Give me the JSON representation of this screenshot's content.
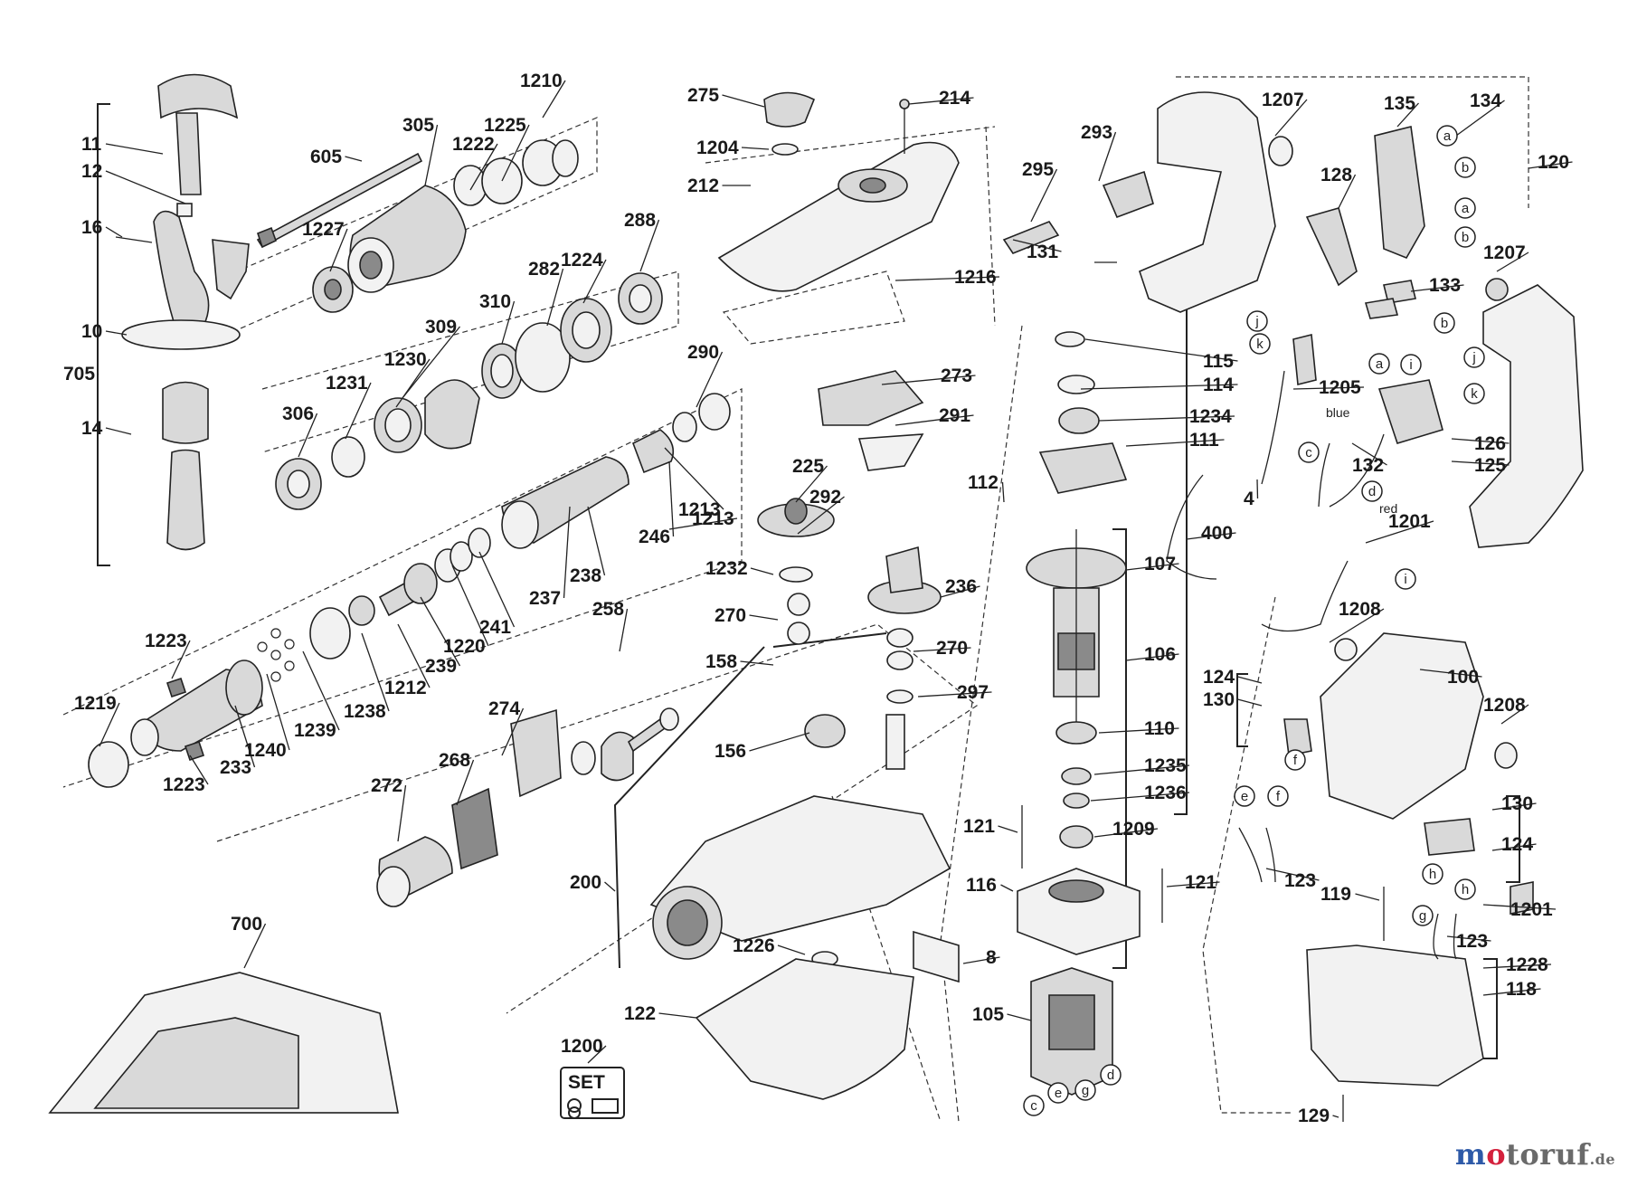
{
  "callouts": [
    "11",
    "12",
    "16",
    "10",
    "705",
    "14",
    "605",
    "305",
    "1222",
    "1225",
    "1210",
    "1227",
    "288",
    "282",
    "1224",
    "310",
    "309",
    "1230",
    "1231",
    "306",
    "290",
    "246",
    "1213",
    "238",
    "237",
    "241",
    "1220",
    "1212",
    "239",
    "1223",
    "1219",
    "1238",
    "1239",
    "1240",
    "233",
    "275",
    "214",
    "1204",
    "212",
    "1216",
    "273",
    "291",
    "225",
    "292",
    "236",
    "1232",
    "270",
    "297",
    "158",
    "156",
    "258",
    "274",
    "268",
    "272",
    "200",
    "1226",
    "8",
    "122",
    "1200",
    "700",
    "1207",
    "293",
    "295",
    "131",
    "135",
    "134",
    "120",
    "128",
    "133",
    "115",
    "114",
    "1234",
    "111",
    "112",
    "107",
    "106",
    "400",
    "110",
    "1235",
    "1236",
    "121",
    "1209",
    "116",
    "105",
    "1205",
    "4",
    "132",
    "126",
    "125",
    "1201",
    "1208",
    "100",
    "124",
    "130",
    "119",
    "123",
    "1228",
    "118",
    "129"
  ],
  "letters": [
    "a",
    "b",
    "c",
    "d",
    "e",
    "f",
    "g",
    "h",
    "i",
    "j",
    "k"
  ],
  "wire_labels": {
    "blue": "blue",
    "red": "red"
  },
  "set_label": "SET",
  "watermark": {
    "main": "motoruf",
    "suffix": ".de",
    "colors": {
      "m": "#2e5aa8",
      "o": "#d4213d",
      "rest": "#6a6a6a"
    }
  }
}
